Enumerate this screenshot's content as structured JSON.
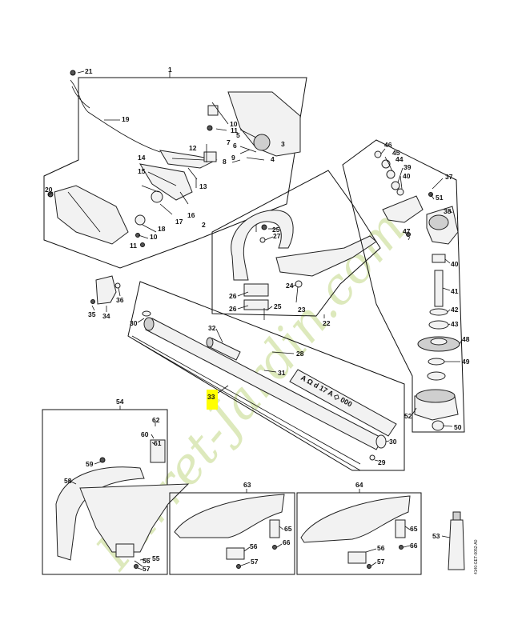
{
  "watermark": "Farret-Jardin.com",
  "doc_code": "4140-GET-0052-A0",
  "tube_marking": "A Ω d 17 A ◇ 000",
  "labels": {
    "l1": "1",
    "l2": "2",
    "l3": "3",
    "l4": "4",
    "l5": "5",
    "l6": "6",
    "l7": "7",
    "l8": "8",
    "l9": "9",
    "l10a": "10",
    "l10b": "10",
    "l11a": "11",
    "l11b": "11",
    "l12": "12",
    "l13": "13",
    "l14": "14",
    "l15": "15",
    "l16": "16",
    "l17": "17",
    "l18": "18",
    "l19": "19",
    "l20": "20",
    "l21": "21",
    "l22": "22",
    "l23": "23",
    "l24": "24",
    "l25a": "25",
    "l25b": "25",
    "l26a": "26",
    "l26b": "26",
    "l27": "27",
    "l28": "28",
    "l29": "29",
    "l30a": "30",
    "l30b": "30",
    "l31": "31",
    "l32": "32",
    "l33": "33",
    "l34": "34",
    "l35": "35",
    "l36": "36",
    "l37": "37",
    "l38": "38",
    "l39": "39",
    "l40a": "40",
    "l40b": "40",
    "l41": "41",
    "l42": "42",
    "l43": "43",
    "l44": "44",
    "l45": "45",
    "l46": "46",
    "l47": "47",
    "l48": "48",
    "l49": "49",
    "l50": "50",
    "l51": "51",
    "l52": "52",
    "l53": "53",
    "l54": "54",
    "l55": "55",
    "l56a": "56",
    "l56b": "56",
    "l56c": "56",
    "l57a": "57",
    "l57b": "57",
    "l57c": "57",
    "l58": "58",
    "l59": "59",
    "l60": "60",
    "l61": "61",
    "l62": "62",
    "l63": "63",
    "l64": "64",
    "l65a": "65",
    "l65b": "65",
    "l66a": "66",
    "l66b": "66"
  }
}
